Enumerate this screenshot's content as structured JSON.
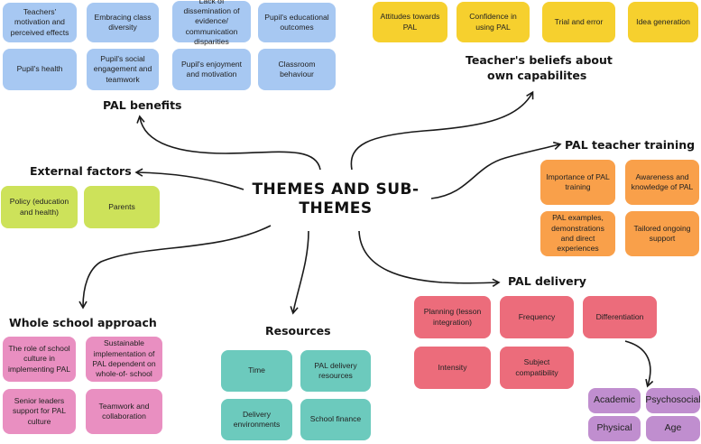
{
  "center": {
    "title": "THEMES AND SUB-THEMES"
  },
  "pal_benefits": {
    "heading": "PAL benefits",
    "items": [
      "Teachers' motivation and perceived effects",
      "Embracing class diversity",
      "Lack of dissemination of evidence/ communication disparities",
      "Pupil's educational outcomes",
      "Pupil's health",
      "Pupil's social engagement and teamwork",
      "Pupil's enjoyment and motivation",
      "Classroom behaviour"
    ]
  },
  "teacher_beliefs": {
    "heading_line1": "Teacher's beliefs about",
    "heading_line2": "own capabilites",
    "items": [
      "Attitudes towards PAL",
      "Confidence in using PAL",
      "Trial and error",
      "Idea generation"
    ]
  },
  "pal_teacher_training": {
    "heading": "PAL teacher training",
    "items": [
      "Importance of PAL training",
      "Awareness and knowledge of PAL",
      "PAL examples, demonstrations and direct experiences",
      "Tailored ongoing support"
    ]
  },
  "external_factors": {
    "heading": "External factors",
    "items": [
      "Policy (education and health)",
      "Parents"
    ]
  },
  "whole_school_approach": {
    "heading": "Whole school approach",
    "items": [
      "The role of school culture in implementing PAL",
      "Sustainable implementation of PAL dependent on whole-of- school",
      "Senior leaders support for PAL culture",
      "Teamwork and collaboration"
    ]
  },
  "resources": {
    "heading": "Resources",
    "items": [
      "Time",
      "PAL delivery resources",
      "Delivery environments",
      "School finance"
    ]
  },
  "pal_delivery": {
    "heading": "PAL delivery",
    "items": [
      "Planning (lesson integration)",
      "Frequency",
      "Differentiation",
      "Intensity",
      "Subject compatibility"
    ]
  },
  "differentiation_types": {
    "items": [
      "Academic",
      "Psychosocial",
      "Physical",
      "Age"
    ]
  },
  "colors": {
    "pal_benefits": "#a7c8f2",
    "teacher_beliefs": "#f6d02e",
    "pal_teacher_training": "#f9a04a",
    "external_factors": "#cde25a",
    "whole_school_approach": "#e98fc1",
    "resources": "#6ccabd",
    "pal_delivery": "#ec6c7b",
    "differentiation_types": "#c08ecf",
    "arrow": "#1a1a1a"
  }
}
